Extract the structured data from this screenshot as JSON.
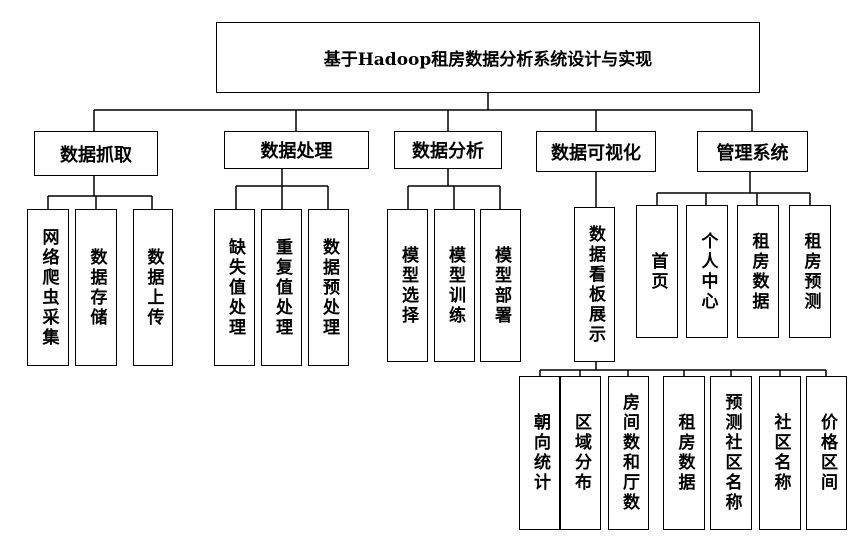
{
  "root": "基于Hadoop租房数据分析系统设计与实现",
  "modules": [
    {
      "label": "数据抓取",
      "children": [
        "网络爬虫采集",
        "数据存储",
        "数据上传"
      ]
    },
    {
      "label": "数据处理",
      "children": [
        "缺失值处理",
        "重复值处理",
        "数据预处理"
      ]
    },
    {
      "label": "数据分析",
      "children": [
        "模型选择",
        "模型训练",
        "模型部署"
      ]
    },
    {
      "label": "数据可视化",
      "children": [
        "数据看板展示"
      ]
    },
    {
      "label": "管理系统",
      "children": [
        "首页",
        "个人中心",
        "租房数据",
        "租房预测"
      ]
    }
  ],
  "dashboard_children": [
    "朝向统计",
    "区域分布",
    "房间数和厅数",
    "租房数据",
    "预测社区名称",
    "社区名称",
    "价格区间"
  ]
}
